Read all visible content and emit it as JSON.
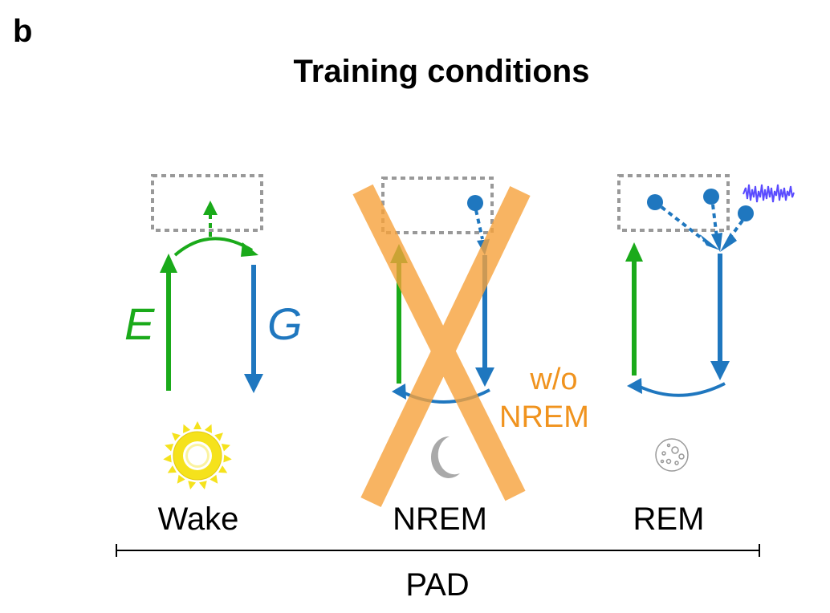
{
  "panel_label": "b",
  "title": "Training conditions",
  "conditions": [
    {
      "label": "Wake",
      "icon": "sun-icon"
    },
    {
      "label": "NREM",
      "icon": "moon-icon",
      "crossed_out": true
    },
    {
      "label": "REM",
      "icon": "dream-bubble-icon"
    }
  ],
  "symbols": {
    "encoder": "E",
    "generator": "G"
  },
  "crossed_note": {
    "line1": "w/o",
    "line2": "NREM"
  },
  "bracket_label": "PAD",
  "colors": {
    "encoder_green": "#1aaa1a",
    "generator_blue": "#1f77bf",
    "cross_orange": "#f7a23b",
    "sun_yellow": "#f5e21c",
    "noise_blue": "#5a4bff",
    "box_gray": "#999999"
  }
}
